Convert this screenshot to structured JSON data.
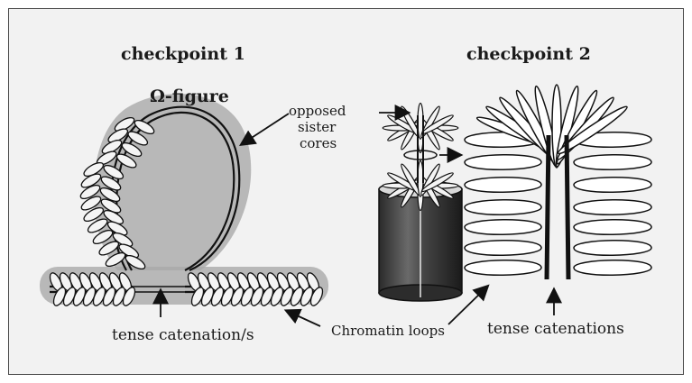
{
  "labels": {
    "checkpoint1": "checkpoint 1",
    "checkpoint2": "checkpoint 2",
    "omega_figure": "Ω-figure",
    "opposed_line1": "opposed",
    "opposed_line2": "sister",
    "opposed_line3": "cores",
    "tense_catenation": "tense catenation/s",
    "chromatin_loops": "Chromatin loops",
    "tense_catenations": "tense catenations"
  },
  "colors": {
    "panel_bg": "#f2f2f2",
    "halo": "#a9a9a9",
    "line": "#111111"
  }
}
